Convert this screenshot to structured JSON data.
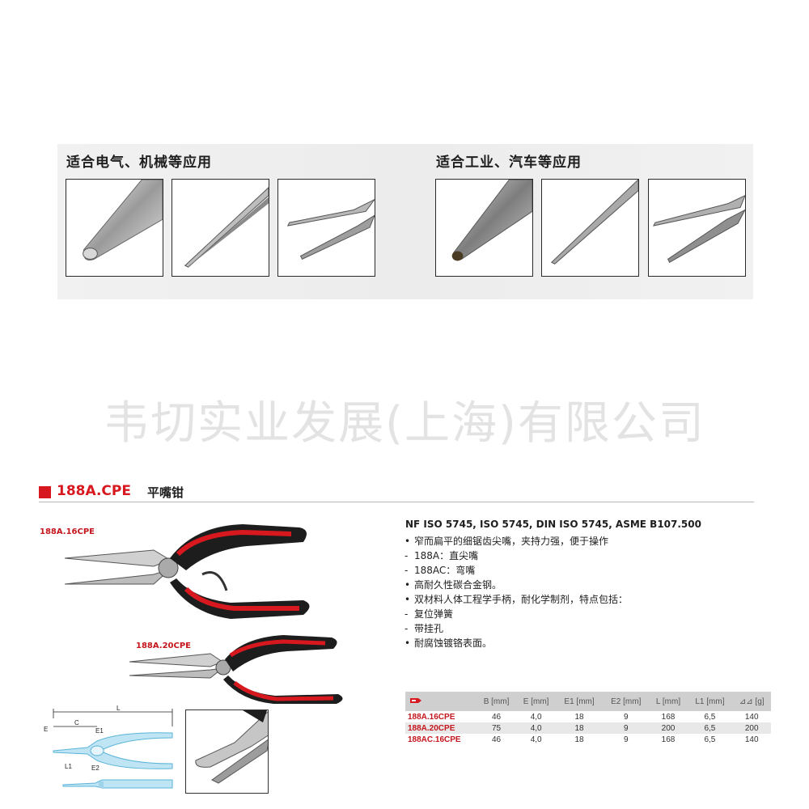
{
  "applications": {
    "left_heading": "适合电气、机械等应用",
    "right_heading": "适合工业、汽车等应用"
  },
  "watermark": "韦切实业发展(上海)有限公司",
  "product": {
    "code": "188A.CPE",
    "name": "平嘴钳",
    "model_labels": [
      "188A.16CPE",
      "188A.20CPE"
    ],
    "diagram_labels": {
      "L": "L",
      "C": "C",
      "E1": "E1",
      "E": "E",
      "L1": "L1",
      "E2": "E2"
    }
  },
  "specs": {
    "standards": "NF ISO 5745, ISO 5745, DIN ISO 5745, ASME B107.500",
    "features": [
      {
        "marker": "•",
        "text": "窄而扁平的细锯齿尖嘴，夹持力强，便于操作"
      },
      {
        "marker": "-",
        "text": "188A：直尖嘴"
      },
      {
        "marker": "-",
        "text": "188AC：弯嘴"
      },
      {
        "marker": "•",
        "text": "高耐久性碳合金钢。"
      },
      {
        "marker": "•",
        "text": "双材料人体工程学手柄，耐化学制剂，特点包括："
      },
      {
        "marker": "-",
        "text": "复位弹簧"
      },
      {
        "marker": "-",
        "text": "带挂孔"
      },
      {
        "marker": "•",
        "text": "耐腐蚀镀铬表面。"
      }
    ]
  },
  "table": {
    "header_icon": "part-number-icon",
    "columns": [
      "B [mm]",
      "E [mm]",
      "E1 [mm]",
      "E2 [mm]",
      "L [mm]",
      "L1 [mm]",
      "⊿⊿ [g]"
    ],
    "rows": [
      {
        "code": "188A.16CPE",
        "cells": [
          "46",
          "4,0",
          "18",
          "9",
          "168",
          "6,5",
          "140"
        ]
      },
      {
        "code": "188A.20CPE",
        "cells": [
          "75",
          "4,0",
          "18",
          "9",
          "200",
          "6,5",
          "200"
        ]
      },
      {
        "code": "188AC.16CPE",
        "cells": [
          "46",
          "4,0",
          "18",
          "9",
          "168",
          "6,5",
          "140"
        ]
      }
    ]
  },
  "colors": {
    "brand_red": "#d8181f",
    "label_red": "#c4161c",
    "diagram_blue": "#7cc6e6"
  }
}
